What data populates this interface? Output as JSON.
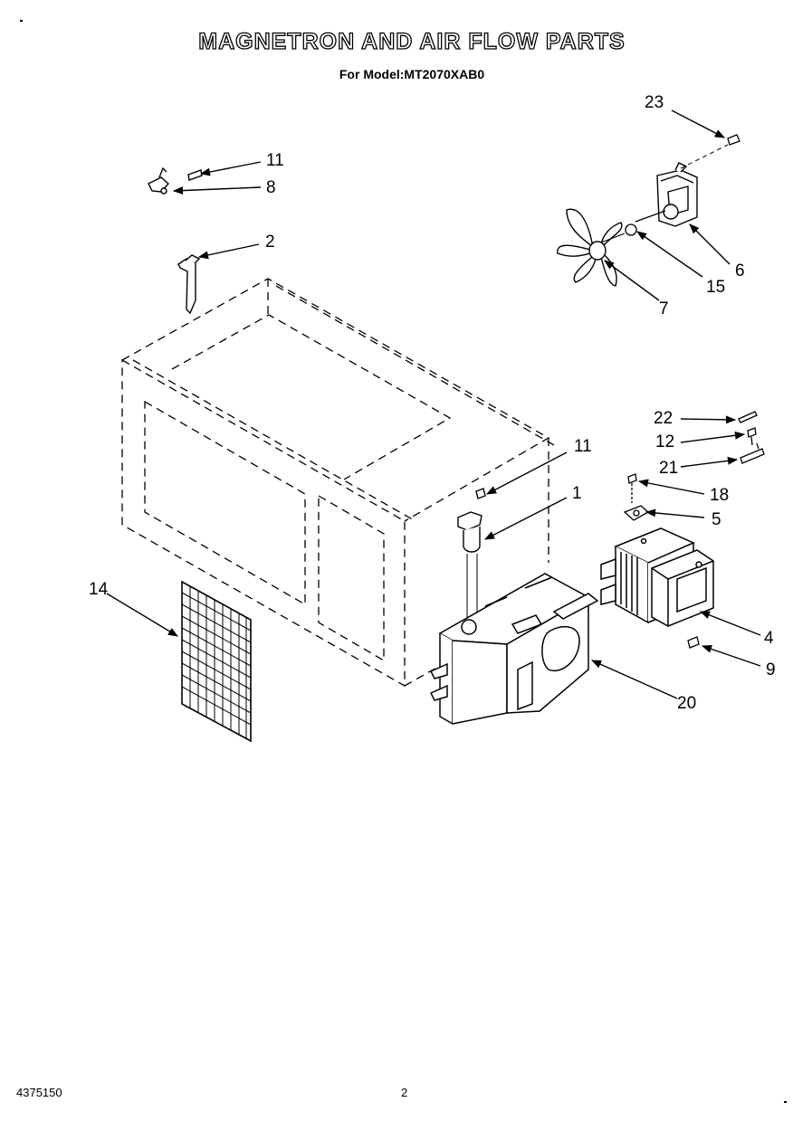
{
  "header": {
    "title": "MAGNETRON AND AIR FLOW PARTS",
    "subtitle": "For Model:MT2070XAB0"
  },
  "callouts": [
    "23",
    "11",
    "8",
    "2",
    "6",
    "15",
    "7",
    "22",
    "12",
    "21",
    "11",
    "1",
    "18",
    "5",
    "14",
    "4",
    "9",
    "20"
  ],
  "footer": {
    "doc_number": "4375150",
    "page_number": "2"
  }
}
